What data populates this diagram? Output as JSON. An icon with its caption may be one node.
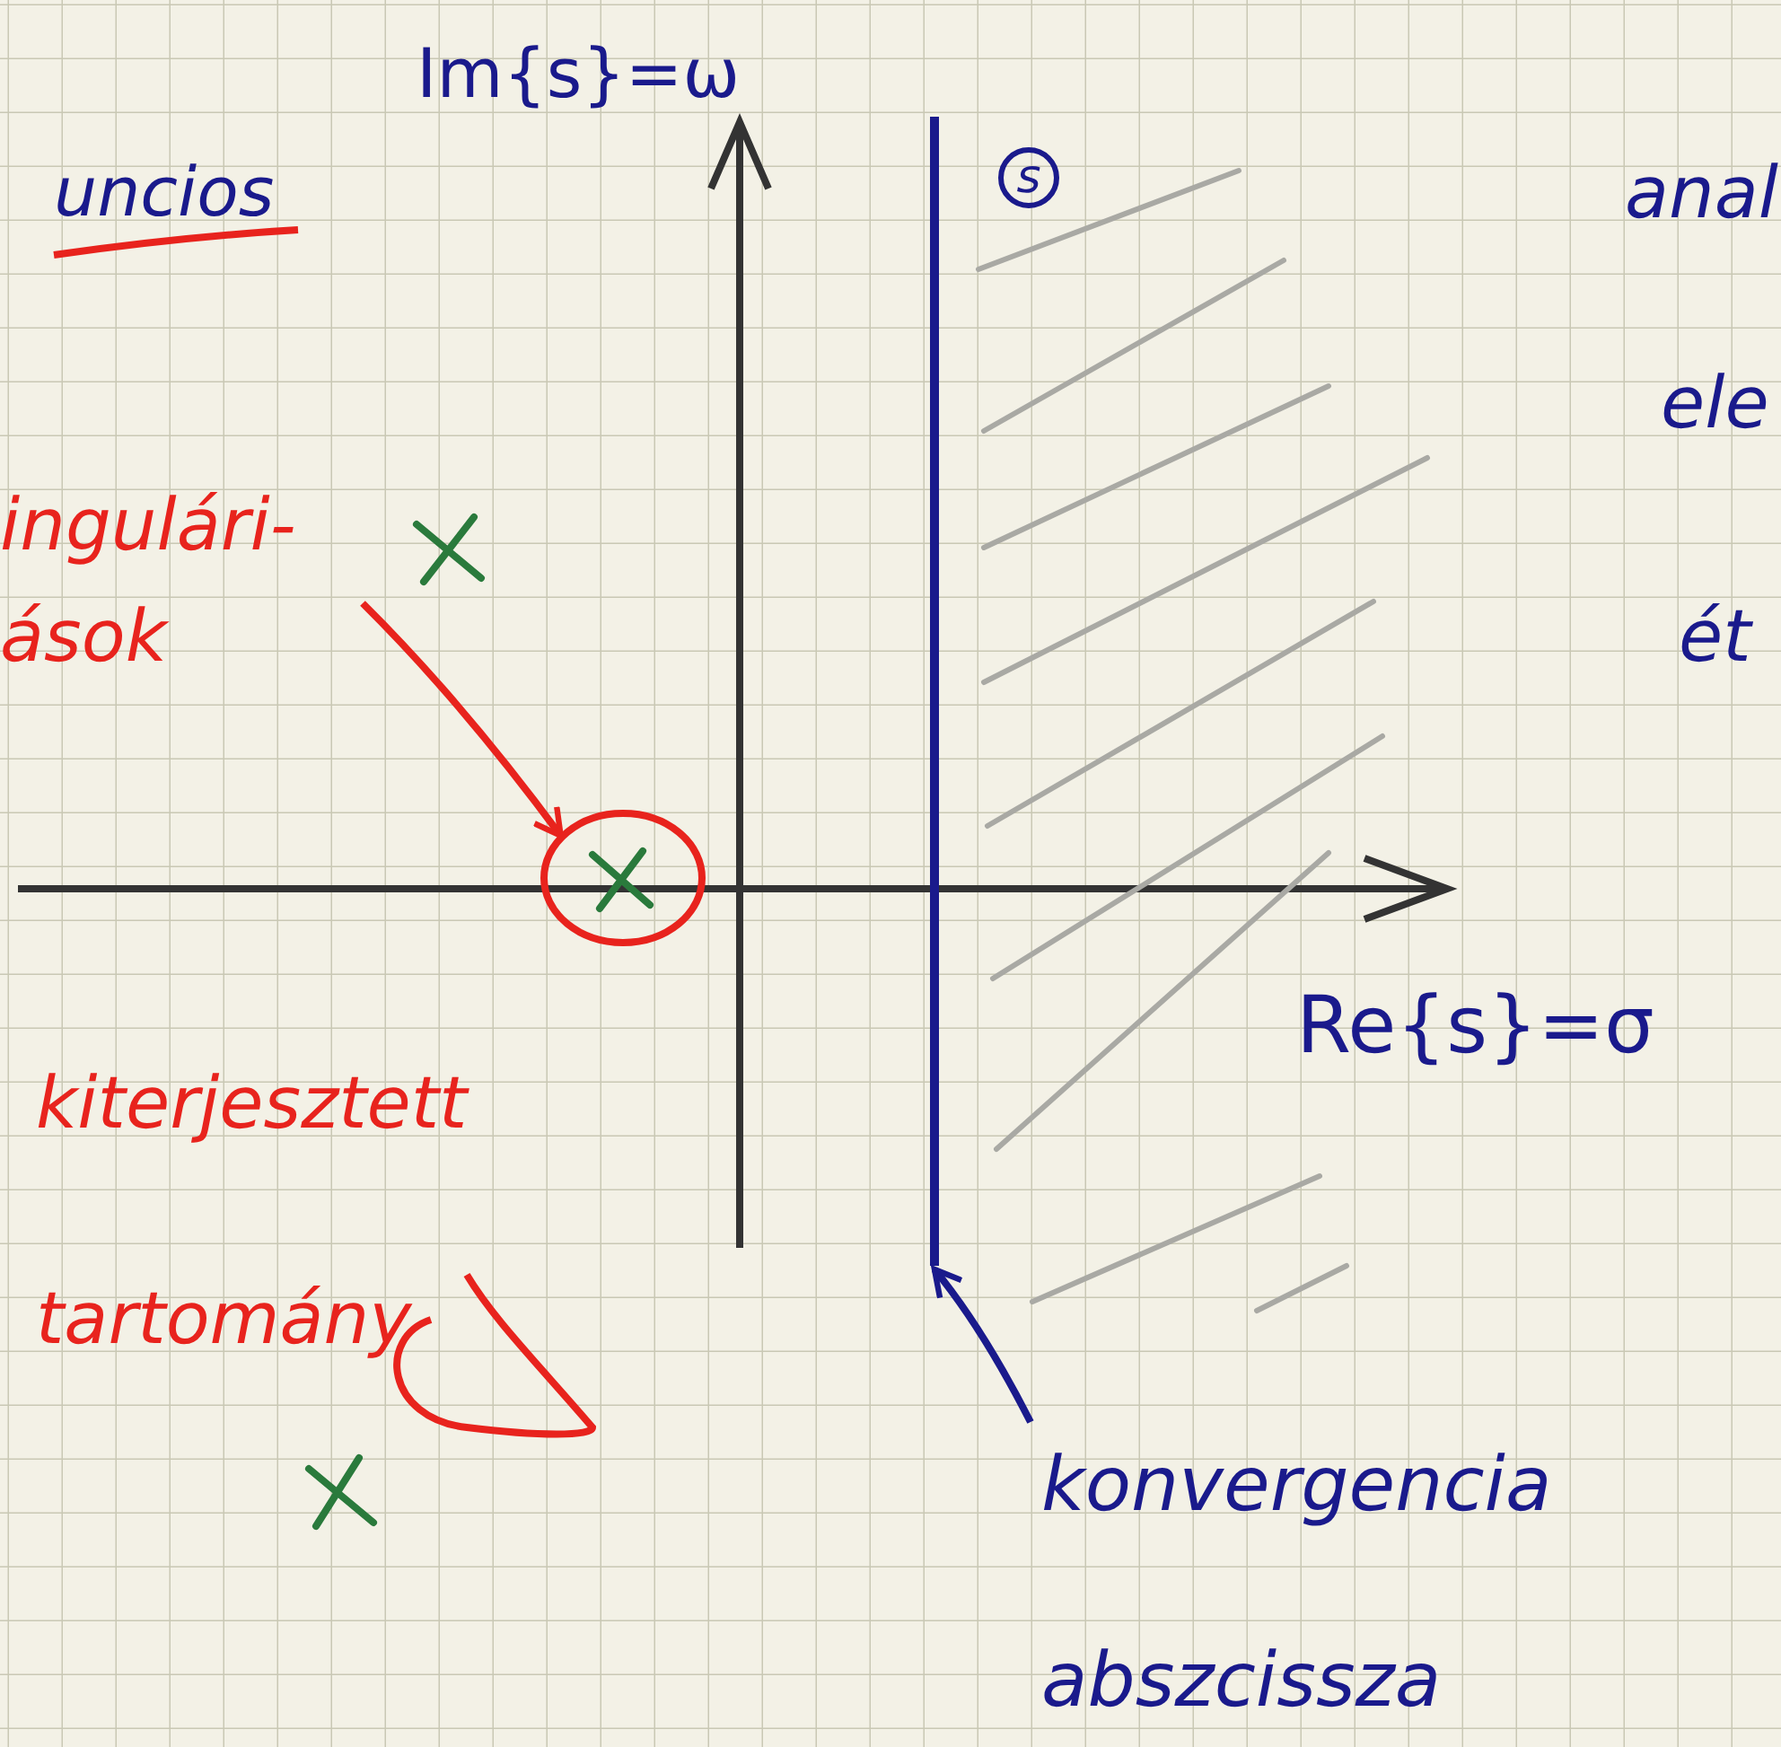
{
  "diagram": {
    "nodes": [
      {
        "text": [
          "ingulári- ások"
        ]
      },
      {
        "text": [],
        "shape": "circle"
      },
      {
        "text": [
          "konvergencia abszcissza"
        ]
      },
      {
        "text": [],
        "shape": "line"
      }
    ],
    "edges": [
      {
        "from": 0,
        "to": 1,
        "arrow": "to",
        "color": "#e8231d"
      },
      {
        "from": 2,
        "to": 3,
        "arrow": "to",
        "color": "#1a1a8c"
      }
    ],
    "labels": [
      "uncios",
      "Im{s}=ω",
      "s",
      "Re{s}=σ",
      "kiterjesztett tartomány",
      "anal",
      "ele",
      "ét"
    ]
  }
}
